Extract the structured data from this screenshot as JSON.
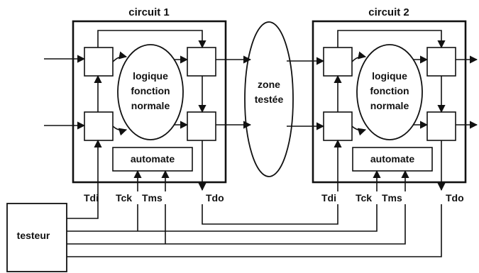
{
  "circuits": [
    {
      "title": "circuit 1",
      "logic_lines": [
        "logique",
        "fonction",
        "normale"
      ],
      "controller": "automate",
      "pins": {
        "tdi": "Tdi",
        "tck": "Tck",
        "tms": "Tms",
        "tdo": "Tdo"
      }
    },
    {
      "title": "circuit 2",
      "logic_lines": [
        "logique",
        "fonction",
        "normale"
      ],
      "controller": "automate",
      "pins": {
        "tdi": "Tdi",
        "tck": "Tck",
        "tms": "Tms",
        "tdo": "Tdo"
      }
    }
  ],
  "tested_zone": {
    "lines": [
      "zone",
      "testée"
    ]
  },
  "tester": {
    "label": "testeur"
  }
}
